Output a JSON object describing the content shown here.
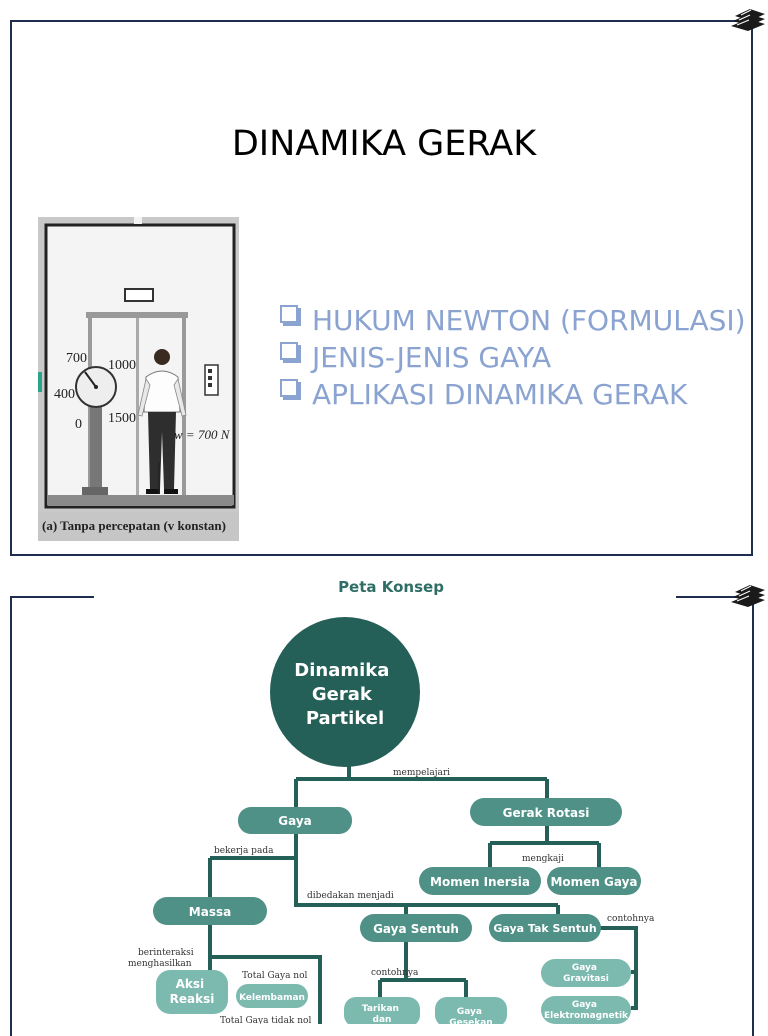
{
  "slide1": {
    "title": "DINAMIKA GERAK",
    "bullets": [
      "HUKUM NEWTON (FORMULASI)",
      "JENIS-JENIS GAYA",
      "APLIKASI DINAMIKA GERAK"
    ],
    "figure": {
      "scale_labels": [
        "700",
        "1000",
        "400",
        "0",
        "1500"
      ],
      "weight_label": "w = 700 N",
      "caption": "(a) Tanpa percepatan (v konstan)"
    }
  },
  "slide2": {
    "heading": "Peta Konsep",
    "root": "Dinamika Gerak Partikel",
    "nodes": {
      "gaya": "Gaya",
      "gerak_rotasi": "Gerak Rotasi",
      "momen_inersia": "Momen Inersia",
      "momen_gaya": "Momen Gaya",
      "massa": "Massa",
      "gaya_sentuh": "Gaya Sentuh",
      "gaya_tak_sentuh": "Gaya Tak Sentuh",
      "aksi_reaksi": "Aksi Reaksi",
      "kelembaman": "Kelembaman",
      "gaya_gravitasi": "Gaya Gravitasi",
      "gaya_elektromagnetik": "Gaya Elektromagnetik",
      "tarikan_dan": "Tarikan dan",
      "gaya_gesekan": "Gaya Gesekan"
    },
    "edges": {
      "mempelajari": "mempelajari",
      "bekerja_pada": "bekerja pada",
      "mengkaji": "mengkaji",
      "dibedakan_menjadi": "dibedakan menjadi",
      "contohnya_1": "contohnya",
      "contohnya_2": "contohnya",
      "berinteraksi": "berinteraksi",
      "menghasilkan": "menghasilkan",
      "total_gaya_nol": "Total Gaya nol",
      "total_gaya_tidak_nol": "Total Gaya tidak nol"
    },
    "colors": {
      "dark": "#245f58",
      "mid": "#4f9186",
      "light": "#7cbab0",
      "line": "#245f58"
    }
  }
}
